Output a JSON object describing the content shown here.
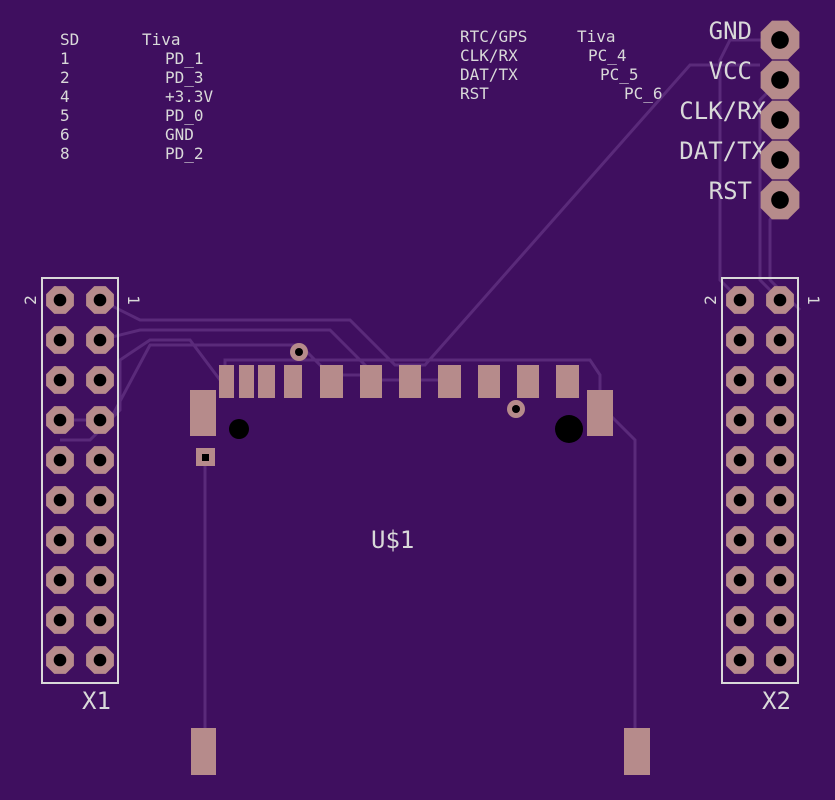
{
  "colors": {
    "board": "#3f0f5f",
    "trace": "#5a2a7a",
    "pad": "#b68b8b",
    "silk": "#d9d9d9",
    "drill": "#000000"
  },
  "sd_table": {
    "header": [
      "SD",
      "Tiva"
    ],
    "rows": [
      [
        "1",
        "PD_1"
      ],
      [
        "2",
        "PD_3"
      ],
      [
        "4",
        "+3.3V"
      ],
      [
        "5",
        "PD_0"
      ],
      [
        "6",
        "GND"
      ],
      [
        "8",
        "PD_2"
      ]
    ]
  },
  "rtc_table": {
    "header": [
      "RTC/GPS",
      "Tiva"
    ],
    "rows": [
      [
        "CLK/RX",
        "PC_4"
      ],
      [
        "DAT/TX",
        "PC_5"
      ],
      [
        "RST",
        "PC_6"
      ]
    ]
  },
  "header_pins": [
    "GND",
    "VCC",
    "CLK/RX",
    "DAT/TX",
    "RST"
  ],
  "connectors": {
    "x1": {
      "name": "X1",
      "pin_left": "2",
      "pin_right": "1"
    },
    "x2": {
      "name": "X2",
      "pin_left": "2",
      "pin_right": "1"
    }
  },
  "part": {
    "name": "U$1"
  }
}
